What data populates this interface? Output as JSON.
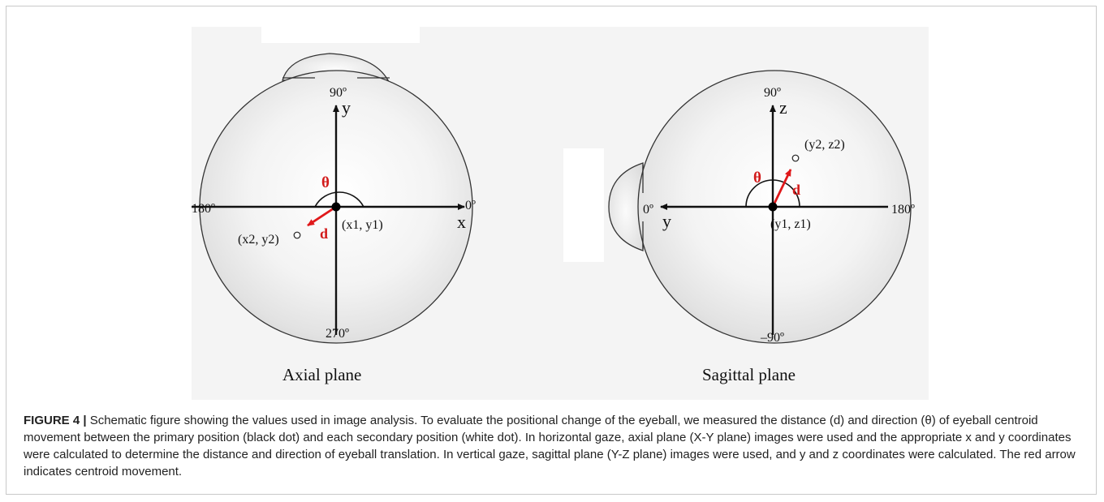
{
  "figure": {
    "axial": {
      "top_label": "90º",
      "y_axis": "y",
      "left_label": "180º",
      "right_label": "0º",
      "x_axis": "x",
      "bottom_label": "270º",
      "primary_point": "(x1, y1)",
      "secondary_point": "(x2, y2)",
      "theta": "θ",
      "d": "d",
      "title": "Axial plane"
    },
    "sagittal": {
      "top_label": "90º",
      "z_axis": "z",
      "left_label": "0º",
      "y_axis": "y",
      "right_label": "180º",
      "bottom_label": "–90º",
      "primary_point": "(y1, z1)",
      "secondary_point": "(y2, z2)",
      "theta": "θ",
      "d": "d",
      "title": "Sagittal plane"
    },
    "colors": {
      "arrow": "#e0191b",
      "theta": "#d21a1a",
      "axis": "#111111"
    }
  },
  "caption": {
    "label": "FIGURE 4 |",
    "text": " Schematic figure showing the values used in image analysis. To evaluate the positional change of the eyeball, we measured the distance (d) and direction (θ) of eyeball centroid movement between the primary position (black dot) and each secondary position (white dot). In horizontal gaze, axial plane (X-Y plane) images were used and the appropriate x and y coordinates were calculated to determine the distance and direction of eyeball translation. In vertical gaze, sagittal plane (Y-Z plane) images were used, and y and z coordinates were calculated. The red arrow indicates centroid movement."
  }
}
